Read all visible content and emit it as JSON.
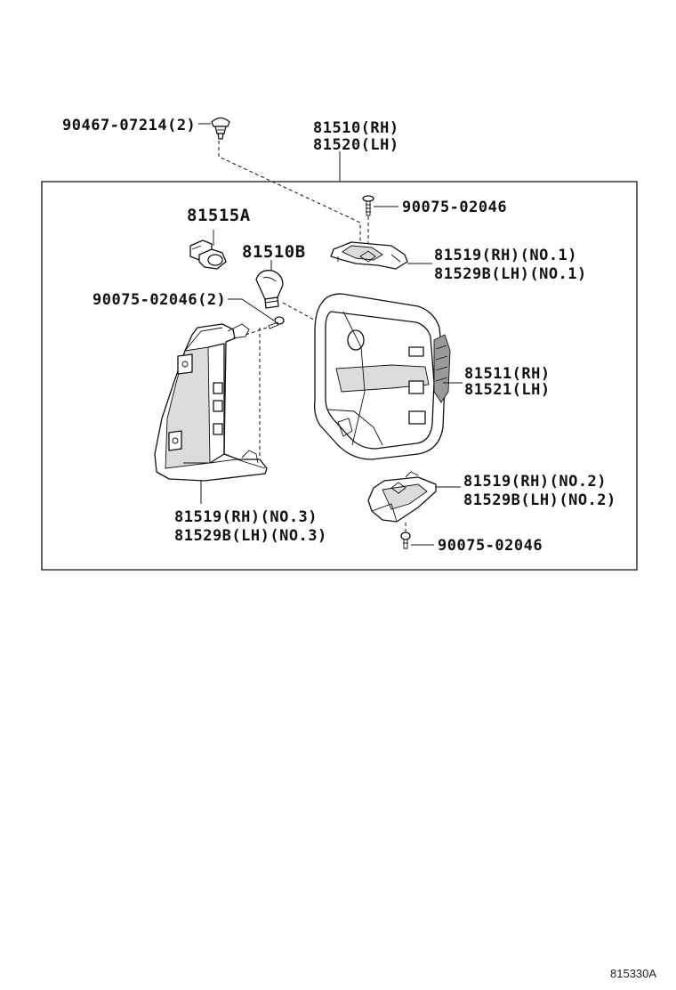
{
  "parts": {
    "clip": "90467-07214(2)",
    "assembly_rh": "81510(RH)",
    "assembly_lh": "81520(LH)",
    "screw_top": "90075-02046",
    "socket": "81515A",
    "bulb": "81510B",
    "screws_left": "90075-02046(2)",
    "bracket_no1_rh": "81519(RH)(NO.1)",
    "bracket_no1_lh": "81529B(LH)(NO.1)",
    "housing_rh": "81511(RH)",
    "housing_lh": "81521(LH)",
    "bracket_no2_rh": "81519(RH)(NO.2)",
    "bracket_no2_lh": "81529B(LH)(NO.2)",
    "bracket_no3_rh": "81519(RH)(NO.3)",
    "bracket_no3_lh": "81529B(LH)(NO.3)",
    "screw_bottom": "90075-02046"
  },
  "diagram_code": "815330A",
  "icons": [
    "clip-icon",
    "screw-icon",
    "socket-icon",
    "bulb-icon",
    "bracket-icon",
    "lamp-housing-icon"
  ]
}
